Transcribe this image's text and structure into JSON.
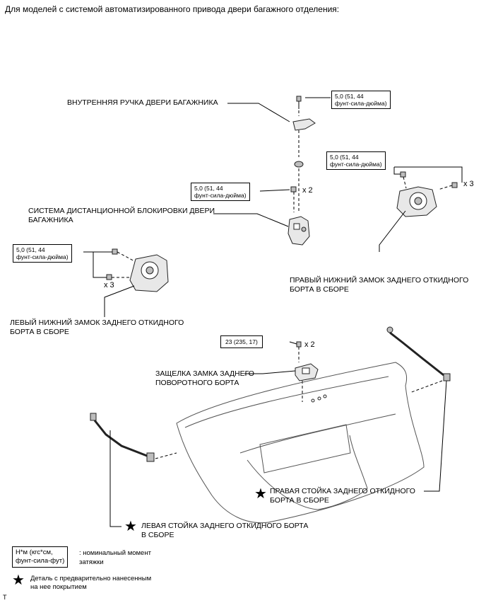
{
  "header": "Для моделей с системой автоматизированного привода двери багажного отделения:",
  "labels": {
    "inner_handle": "ВНУТРЕННЯЯ РУЧКА ДВЕРИ БАГАЖНИКА",
    "remote_lock_1": "СИСТЕМА ДИСТАНЦИОННОЙ БЛОКИРОВКИ ДВЕРИ",
    "remote_lock_2": "БАГАЖНИКА",
    "right_lock_1": "ПРАВЫЙ НИЖНИЙ ЗАМОК ЗАДНЕГО ОТКИДНОГО",
    "right_lock_2": "БОРТА В СБОРЕ",
    "left_lock_1": "ЛЕВЫЙ НИЖНИЙ ЗАМОК ЗАДНЕГО ОТКИДНОГО",
    "left_lock_2": "БОРТА В СБОРЕ",
    "striker_1": "ЗАЩЕЛКА ЗАМКА ЗАДНЕГО",
    "striker_2": "ПОВОРОТНОГО БОРТА",
    "right_stay_1": "ПРАВАЯ СТОЙКА ЗАДНЕГО ОТКИДНОГО",
    "right_stay_2": "БОРТА В СБОРЕ",
    "left_stay_1": "ЛЕВАЯ СТОЙКА ЗАДНЕГО ОТКИДНОГО БОРТА",
    "left_stay_2": "В СБОРЕ"
  },
  "torque": {
    "t1_a": "5,0 (51, 44",
    "t1_b": "фунт-сила-дюйма)",
    "t2_a": "5,0 (51, 44",
    "t2_b": "фунт-сила-дюйма)",
    "t3_a": "5,0 (51, 44",
    "t3_b": "фунт-сила-дюйма)",
    "t4_a": "5,0 (51, 44",
    "t4_b": "фунт-сила-дюйма)",
    "t5": "23 (235, 17)"
  },
  "multipliers": {
    "m1": "x 2",
    "m2": "x 3",
    "m3": "x 3",
    "m4": "x 2"
  },
  "legend": {
    "torque_box_1": "Н*м (кгс*см,",
    "torque_box_2": "фунт-сила-фут)",
    "torque_desc_1": ": номинальный момент",
    "torque_desc_2": "затяжки",
    "star_desc_1": "Деталь с предварительно нанесенным",
    "star_desc_2": "на нее покрытием"
  },
  "footer": "T"
}
